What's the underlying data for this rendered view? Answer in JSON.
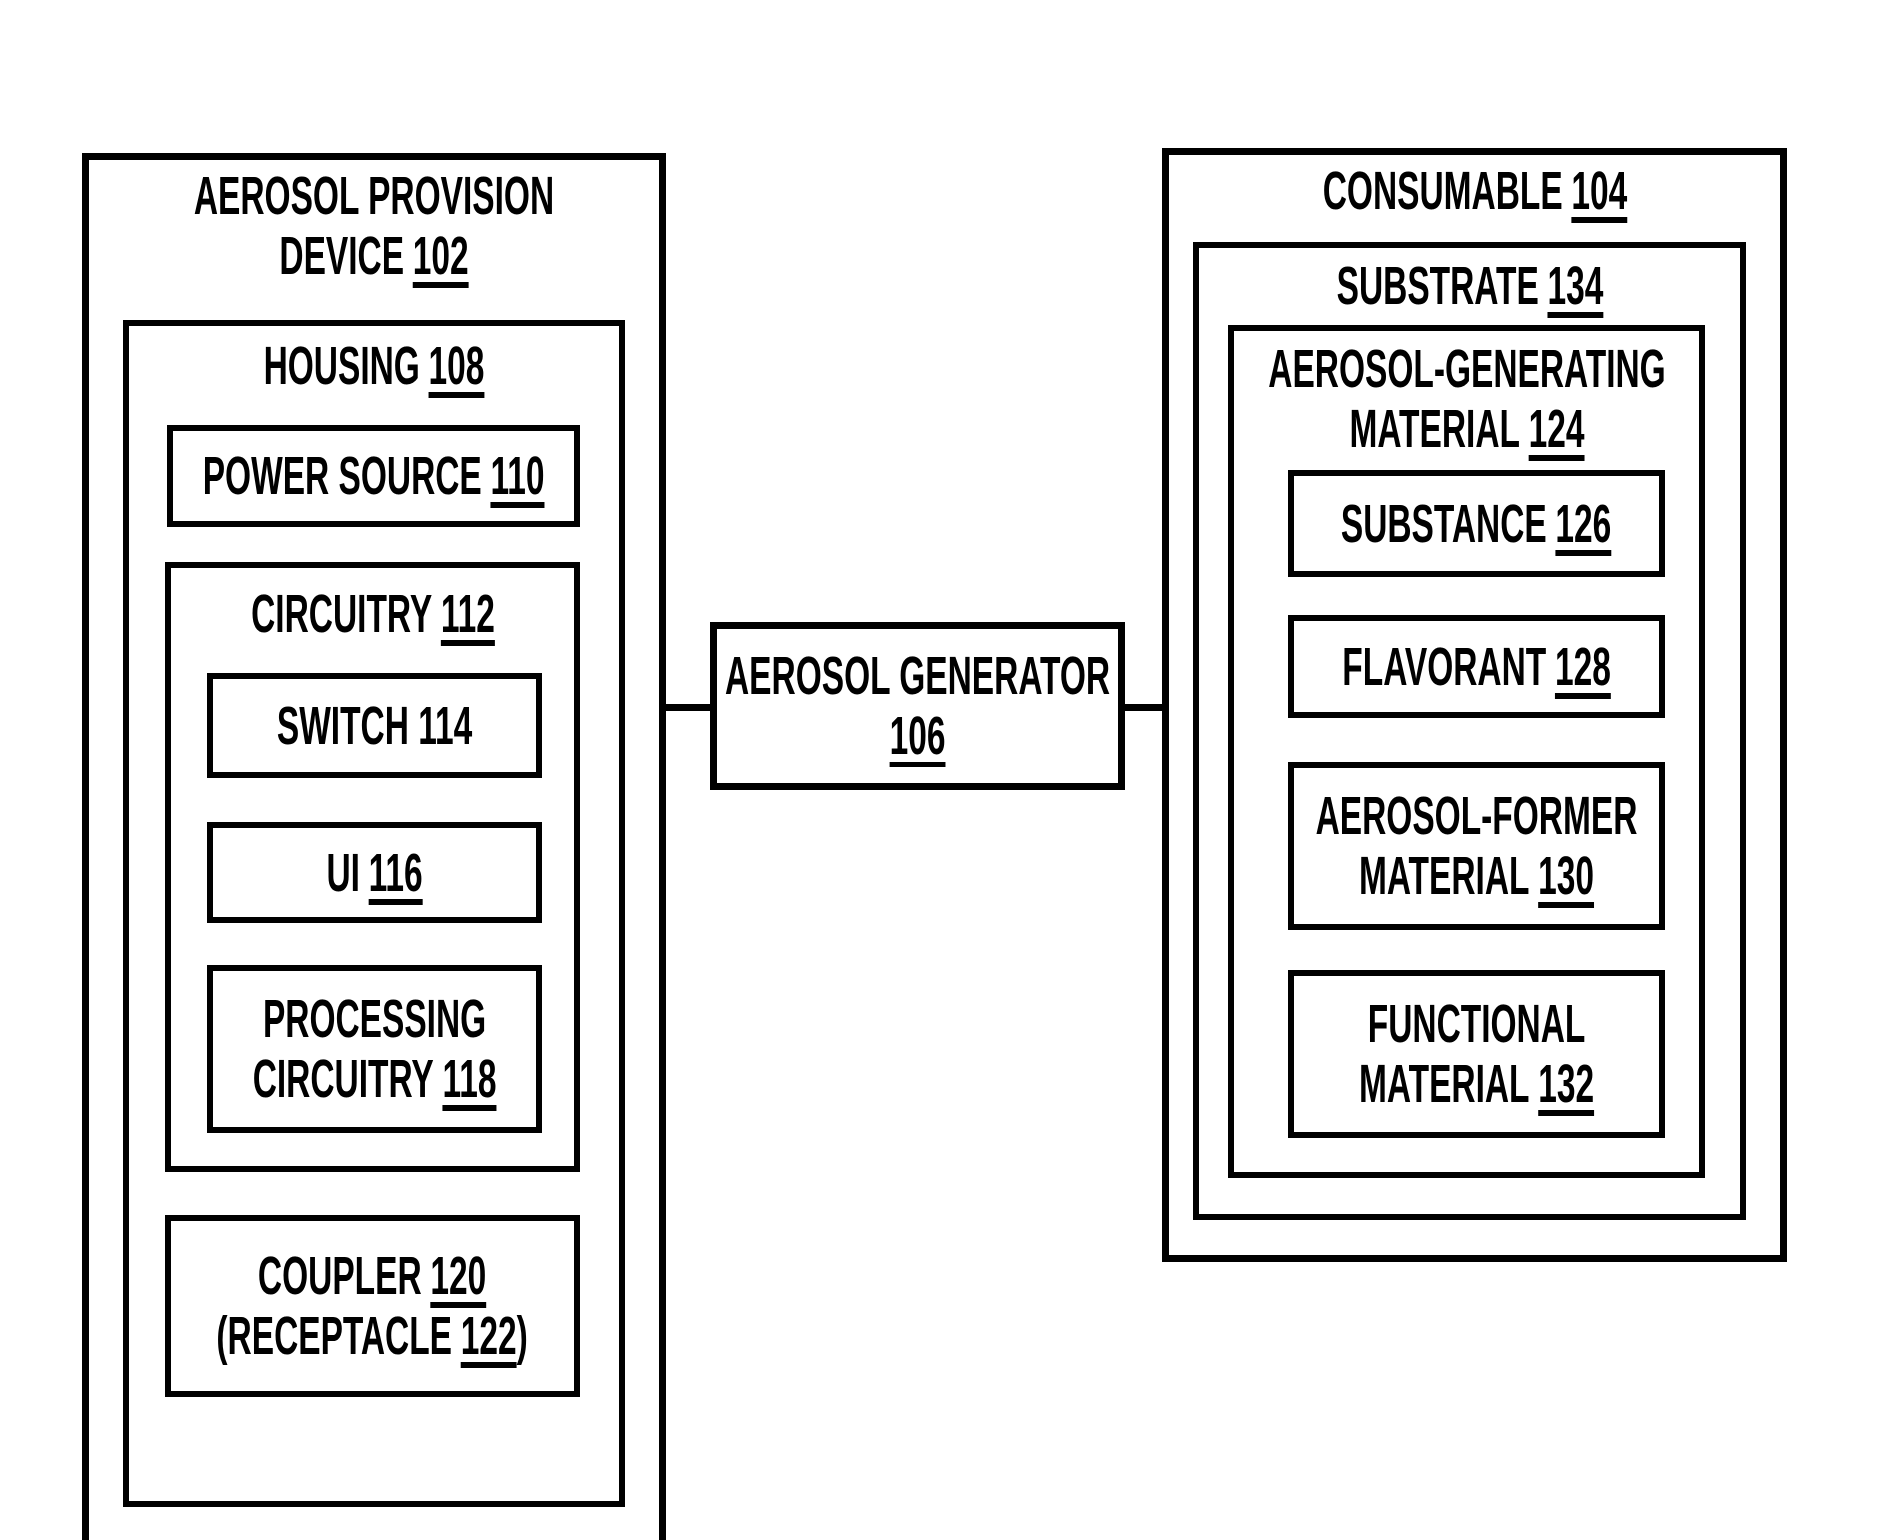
{
  "figure": {
    "description": "Patent block diagram of an aerosol provision system",
    "colors": {
      "ink": "#000000",
      "paper": "#ffffff"
    }
  },
  "boxes": {
    "device": {
      "label_line1": "AEROSOL PROVISION",
      "label_line2": "DEVICE",
      "ref": "102"
    },
    "housing": {
      "label": "HOUSING",
      "ref": "108"
    },
    "power_source": {
      "label": "POWER SOURCE",
      "ref": "110"
    },
    "circuitry": {
      "label": "CIRCUITRY",
      "ref": "112"
    },
    "switch": {
      "label": "SWITCH 114"
    },
    "ui": {
      "label": "UI",
      "ref": "116"
    },
    "processing_circuitry": {
      "label_line1": "PROCESSING",
      "label_line2": "CIRCUITRY",
      "ref": "118"
    },
    "coupler": {
      "label_line1": "COUPLER",
      "ref1": "120",
      "label_line2_open": "(RECEPTACLE",
      "ref2": "122",
      "label_line2_close": ")"
    },
    "aerosol_generator": {
      "label_line1": "AEROSOL GENERATOR",
      "ref": "106"
    },
    "consumable": {
      "label": "CONSUMABLE",
      "ref": "104"
    },
    "substrate": {
      "label": "SUBSTRATE",
      "ref": "134"
    },
    "aerosol_generating_material": {
      "label_line1": "AEROSOL-GENERATING",
      "label_line2": "MATERIAL",
      "ref": "124"
    },
    "substance": {
      "label": "SUBSTANCE",
      "ref": "126"
    },
    "flavorant": {
      "label": "FLAVORANT",
      "ref": "128"
    },
    "aerosol_former_material": {
      "label_line1": "AEROSOL-FORMER",
      "label_line2": "MATERIAL",
      "ref": "130"
    },
    "functional_material": {
      "label_line1": "FUNCTIONAL",
      "label_line2": "MATERIAL",
      "ref": "132"
    }
  }
}
